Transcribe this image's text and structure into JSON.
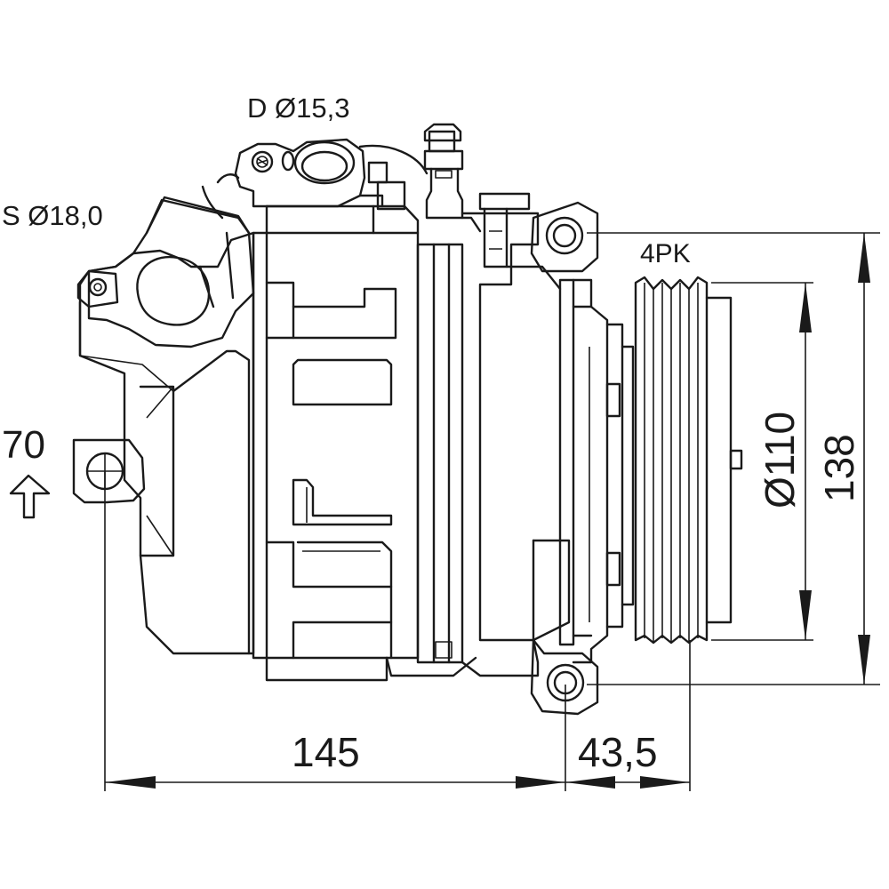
{
  "labels": {
    "discharge_port": "D Ø15,3",
    "suction_port": "S Ø18,0",
    "mount_height": "70",
    "belt_type": "4PK",
    "pulley_diameter": "Ø110",
    "overall_height": "138",
    "body_length": "145",
    "pulley_offset": "43,5"
  },
  "colors": {
    "line": "#1a1a1a",
    "background": "#ffffff"
  },
  "icons": {
    "mount_arrow": "up-arrow-icon"
  }
}
